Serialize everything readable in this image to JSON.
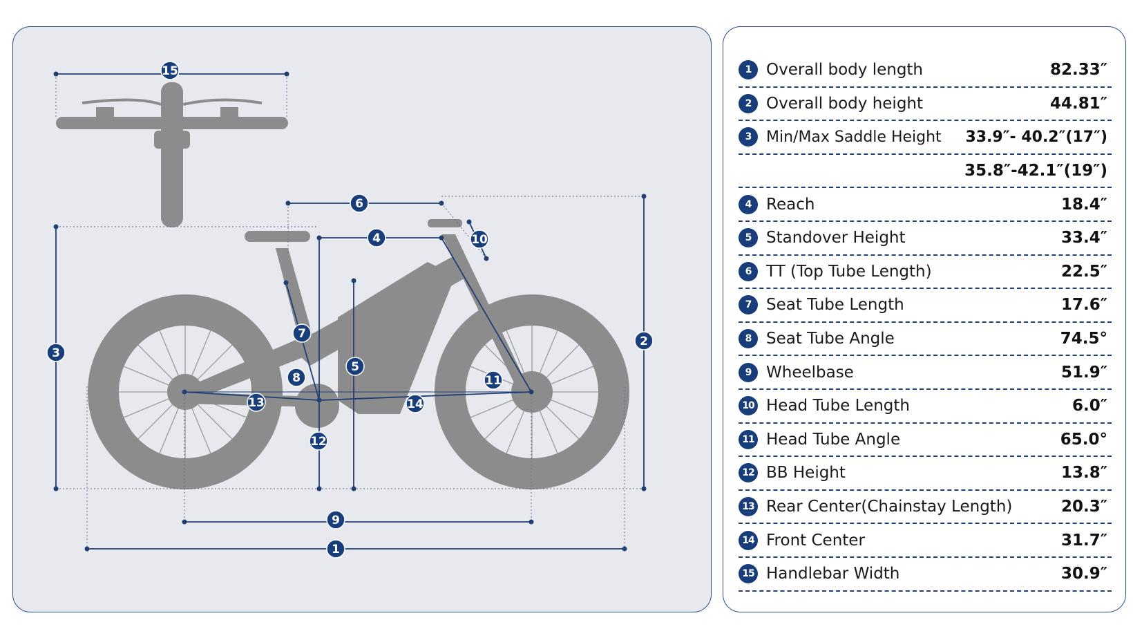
{
  "colors": {
    "navy": "#173d7a",
    "border": "#2a4e86",
    "bike": "#8c8c8c",
    "panel": "#e8e9ee"
  },
  "diagram_markers": [
    "1",
    "2",
    "3",
    "4",
    "5",
    "6",
    "7",
    "8",
    "9",
    "10",
    "11",
    "12",
    "13",
    "14",
    "15"
  ],
  "specs": [
    {
      "num": "1",
      "label": "Overall body length",
      "value": "82.33″"
    },
    {
      "num": "2",
      "label": "Overall body height",
      "value": "44.81″"
    },
    {
      "num": "3",
      "label": "Min/Max Saddle Height",
      "value": "33.9″- 40.2″(17″)"
    },
    {
      "num": "",
      "label": "",
      "value": "35.8″-42.1″(19″)"
    },
    {
      "num": "4",
      "label": "Reach",
      "value": "18.4″"
    },
    {
      "num": "5",
      "label": "Standover Height",
      "value": "33.4″"
    },
    {
      "num": "6",
      "label": "TT (Top Tube Length)",
      "value": "22.5″"
    },
    {
      "num": "7",
      "label": "Seat Tube Length",
      "value": "17.6″"
    },
    {
      "num": "8",
      "label": "Seat Tube Angle",
      "value": "74.5°"
    },
    {
      "num": "9",
      "label": "Wheelbase",
      "value": "51.9″"
    },
    {
      "num": "10",
      "label": "Head Tube Length",
      "value": "6.0″"
    },
    {
      "num": "11",
      "label": "Head Tube Angle",
      "value": "65.0°"
    },
    {
      "num": "12",
      "label": "BB Height",
      "value": "13.8″"
    },
    {
      "num": "13",
      "label": "Rear Center(Chainstay Length)",
      "value": "20.3″"
    },
    {
      "num": "14",
      "label": "Front Center",
      "value": "31.7″"
    },
    {
      "num": "15",
      "label": "Handlebar Width",
      "value": "30.9″"
    }
  ]
}
